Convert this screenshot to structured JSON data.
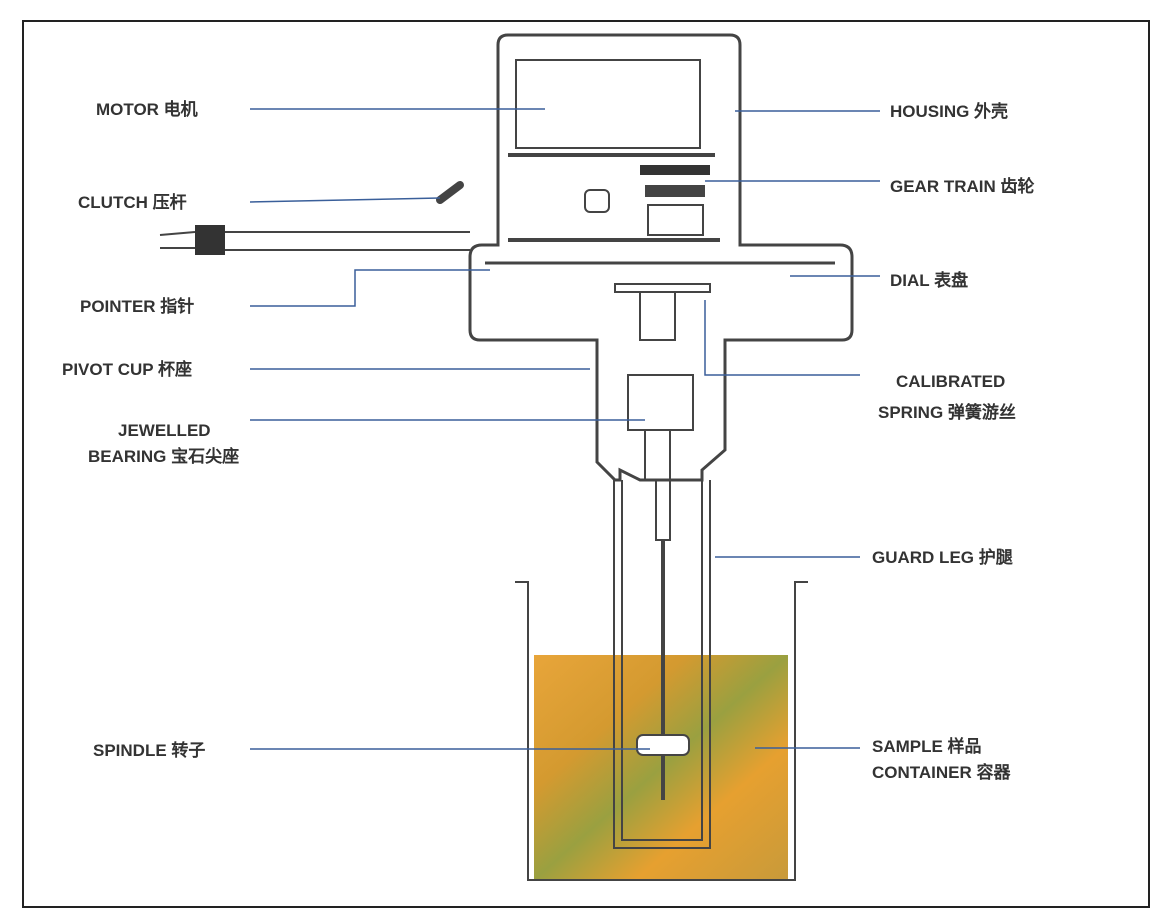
{
  "labels": {
    "motor": "MOTOR 电机",
    "clutch": "CLUTCH 压杆",
    "pointer": "POINTER 指针",
    "pivot_cup": "PIVOT CUP 杯座",
    "jewelled_bearing_1": "JEWELLED",
    "jewelled_bearing_2": "BEARING 宝石尖座",
    "spindle": "SPINDLE 转子",
    "housing": "HOUSING 外壳",
    "gear_train": "GEAR TRAIN 齿轮",
    "dial": "DIAL 表盘",
    "calibrated_spring_1": "CALIBRATED",
    "calibrated_spring_2": "SPRING 弹簧游丝",
    "guard_leg": "GUARD LEG 护腿",
    "sample_container_1": "SAMPLE 样品",
    "sample_container_2": "CONTAINER 容器"
  },
  "colors": {
    "leader_line": "#3a5f9a",
    "sample_fluid": "#e0a030"
  }
}
